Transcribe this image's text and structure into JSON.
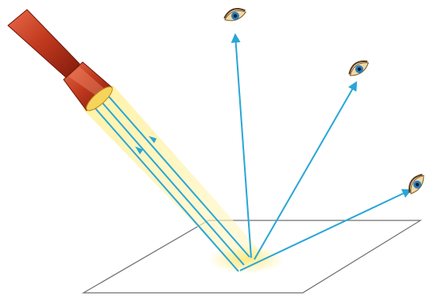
{
  "diagram": {
    "subject": "diffuse-reflection",
    "components": [
      "flashlight",
      "light-beam",
      "incident-rays",
      "reflected-rays",
      "surface",
      "eyes"
    ],
    "colors": {
      "ray": "#29a6d6",
      "beam_glow": "#fff4b0",
      "flashlight_body": "#c23a1f",
      "flashlight_dark": "#7e1a0c",
      "flashlight_highlight": "#e86a48",
      "lens": "#f6d35a",
      "surface_edge": "#6f6f6f",
      "eye_skin": "#f1d9a6",
      "eye_iris": "#2a7bb8"
    },
    "incident_ray_count": 3,
    "reflected_ray_count": 3
  }
}
